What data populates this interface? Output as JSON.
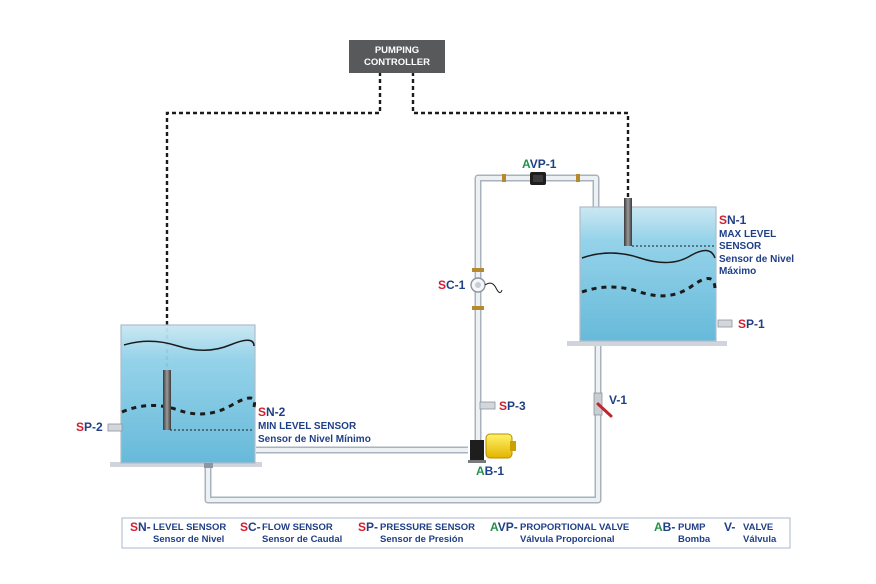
{
  "controller": {
    "label_line1": "PUMPING",
    "label_line2": "CONTROLLER"
  },
  "tags": {
    "sn1": {
      "prefix": "S",
      "rest": "N-1",
      "line1": "MAX LEVEL",
      "line2": "SENSOR",
      "line3": "Sensor de Nivel",
      "line4": "Máximo"
    },
    "sn2": {
      "prefix": "S",
      "rest": "N-2",
      "line1": "MIN LEVEL SENSOR",
      "line2": "Sensor de Nivel Mínimo"
    },
    "sp1": {
      "prefix": "S",
      "rest": "P-1"
    },
    "sp2": {
      "prefix": "S",
      "rest": "P-2"
    },
    "sp3": {
      "prefix": "S",
      "rest": "P-3"
    },
    "sc1": {
      "prefix": "S",
      "rest": "C-1"
    },
    "avp1": {
      "prefix": "A",
      "rest": "VP-1"
    },
    "ab1": {
      "prefix": "A",
      "rest": "B-1"
    },
    "v1": {
      "prefix": "",
      "rest": "V-1"
    }
  },
  "legend": [
    {
      "code_prefix": "S",
      "code_rest": "N-",
      "en": "LEVEL SENSOR",
      "es": "Sensor de Nivel",
      "prefix_color": "red"
    },
    {
      "code_prefix": "S",
      "code_rest": "C-",
      "en": "FLOW SENSOR",
      "es": "Sensor de Caudal",
      "prefix_color": "red"
    },
    {
      "code_prefix": "S",
      "code_rest": "P-",
      "en": "PRESSURE SENSOR",
      "es": "Sensor de Presión",
      "prefix_color": "red"
    },
    {
      "code_prefix": "A",
      "code_rest": "VP-",
      "en": "PROPORTIONAL VALVE",
      "es": "Válvula Proporcional",
      "prefix_color": "green"
    },
    {
      "code_prefix": "A",
      "code_rest": "B-",
      "en": "PUMP",
      "es": "Bomba",
      "prefix_color": "green"
    },
    {
      "code_prefix": "",
      "code_rest": "V-",
      "en": "VALVE",
      "es": "Válvula",
      "prefix_color": "navy"
    }
  ],
  "colors": {
    "red_prefix": "#d0202f",
    "green_prefix": "#22924a",
    "navy_text": "#1f3f86",
    "water": "#7cc3df",
    "pipe": "#dfe4ea",
    "controller_bg": "#58595b"
  }
}
